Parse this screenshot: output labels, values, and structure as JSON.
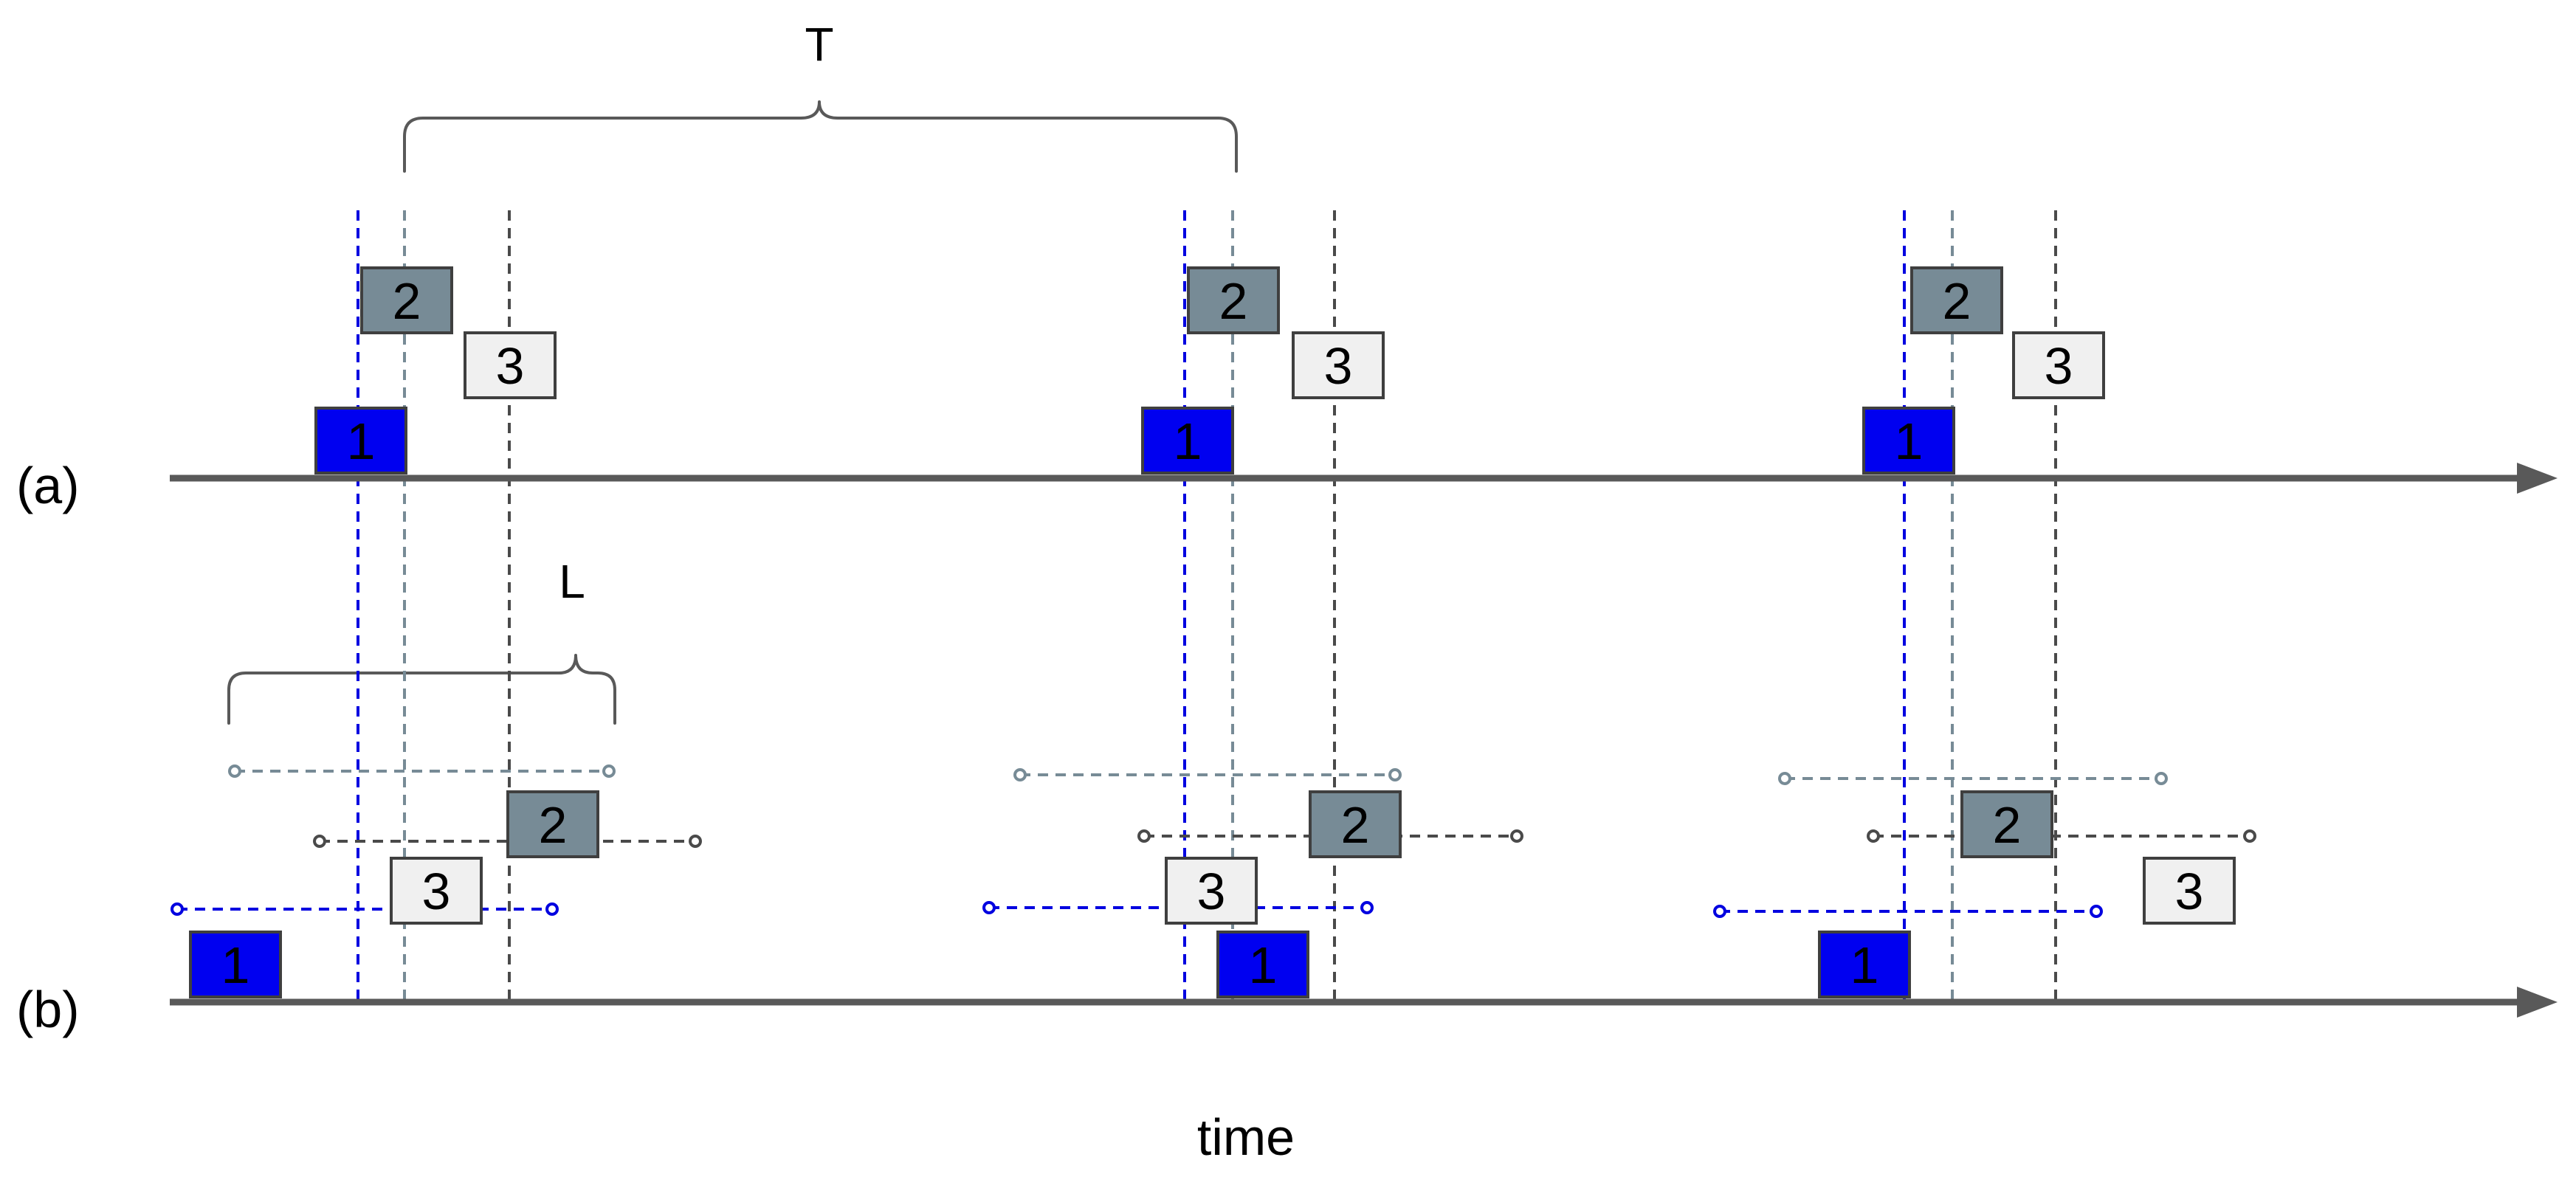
{
  "labels": {
    "row_a": "(a)",
    "row_b": "(b)",
    "period": "T",
    "window": "L",
    "x_axis": "time"
  },
  "colors": {
    "task1": "#0000f0",
    "task2": "#778b96",
    "task3": "#f0f0f0",
    "task1_text": "#000000",
    "line1": "#0000e0",
    "line2": "#778b96",
    "line3": "#4a4a4a",
    "axis": "#595959"
  },
  "tasks": [
    {
      "id": "1",
      "name": "1"
    },
    {
      "id": "2",
      "name": "2"
    },
    {
      "id": "3",
      "name": "3"
    }
  ]
}
